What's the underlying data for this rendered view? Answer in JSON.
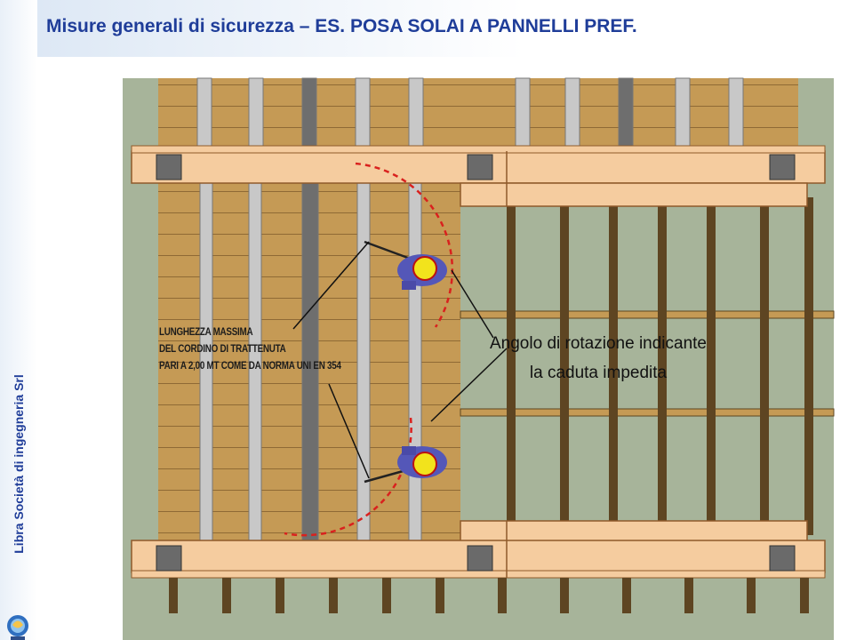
{
  "title": "Misure generali di sicurezza – ES. POSA SOLAI A PANNELLI PREF.",
  "sidebar": {
    "company": "Libra Società di ingegneria Srl",
    "logo_icon": "libra-logo-icon"
  },
  "annotations": {
    "cord_length": {
      "line1": "LUNGHEZZA MASSIMA",
      "line2": "DEL CORDINO DI TRATTENUTA",
      "line3": "PARI A 2,00 MT COME DA NORMA UNI EN 354"
    },
    "rotation_angle": {
      "line1": "Angolo di rotazione indicante",
      "line2": "la caduta impedita"
    }
  },
  "colors": {
    "title": "#1f3d99",
    "ground": "#a7b49a",
    "wood": "#c59a55",
    "beam": "#f5cc9f",
    "fall_arc": "#d9211e"
  }
}
